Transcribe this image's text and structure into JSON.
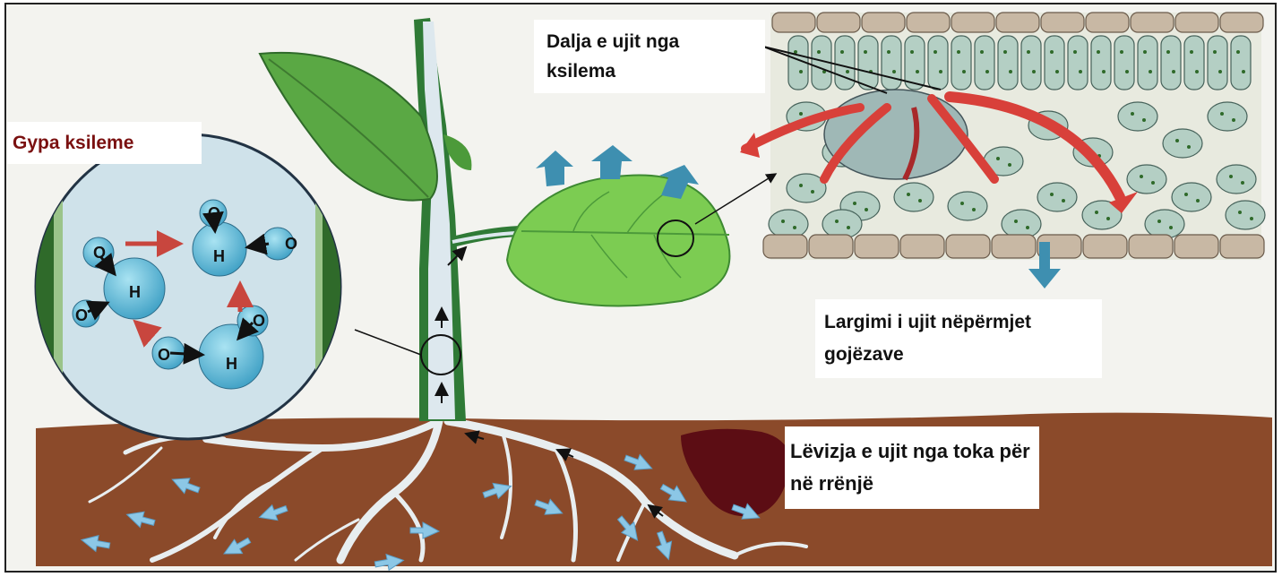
{
  "labels": {
    "xylem_vessel": "Gypa ksileme",
    "water_exit_xylem": "Dalja e ujit nga ksilema",
    "water_exit_stomata": "Largimi i ujit nëpërmjet gojëzave",
    "water_soil_to_root": "Lëvizja e ujit nga toka për në rrënjë"
  },
  "molecule_letters": {
    "oxygen": "O",
    "hydrogen": "H"
  },
  "colors": {
    "soil": "#8b4a2a",
    "leaf_green": "#6cc04a",
    "stem_green": "#2f7a36",
    "xylem_light": "#dde8ee",
    "water_blue": "#5ab6d6",
    "flow_red": "#d8403a",
    "cell_tan": "#c8b8a4"
  }
}
